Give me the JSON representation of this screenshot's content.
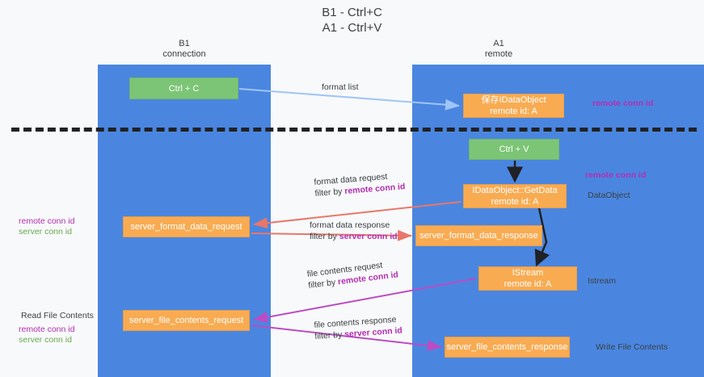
{
  "diagram": {
    "title_line1": "B1 - Ctrl+C",
    "title_line2": "A1 - Ctrl+V",
    "columns": [
      {
        "name": "B1",
        "role": "connection"
      },
      {
        "name": "A1",
        "role": "remote"
      }
    ],
    "colors": {
      "band": "#4a86e0",
      "node_green": "#7cc576",
      "node_orange": "#f9ab52",
      "accent_purple": "#b32eb3",
      "accent_green": "#6aa84f",
      "arrow_blue": "#9fc5f8",
      "arrow_red": "#e8776a",
      "arrow_magenta": "#bb4cc4",
      "arrow_black": "#202124",
      "background": "#f8f9fa"
    },
    "nodes": {
      "ctrl_c": "Ctrl + C",
      "idataobject_line1": "保存IDataObject",
      "idataobject_line2": "remote id: A",
      "ctrl_v": "Ctrl + V",
      "getdata_line1": "IDataObject::GetData",
      "getdata_line2": "remote id: A",
      "server_format_data_request": "server_format_data_request",
      "server_format_data_response": "server_format_data_response",
      "istream_line1": "IStream",
      "istream_line2": "remote id: A",
      "server_file_contents_request": "server_file_contents_request",
      "server_file_contents_response": "server_file_contents_response"
    },
    "edge_labels": {
      "format_list": "format list",
      "format_data_request": "format data request",
      "format_data_request_filter_prefix": "filter by ",
      "format_data_request_filter_key": "remote conn id",
      "format_data_response": "format data response",
      "format_data_response_filter_prefix": "filter by ",
      "format_data_response_filter_key": "server conn id",
      "file_contents_request": "file contents request",
      "file_contents_request_filter_prefix": "filter by ",
      "file_contents_request_filter_key": "remote conn id",
      "file_contents_response": "file contents response",
      "file_contents_response_filter_prefix": "filter by ",
      "file_contents_response_filter_key": "server conn id"
    },
    "side_labels": {
      "remote_conn_id_top": "remote conn id",
      "remote_conn_id_mid": "remote conn id",
      "dataobject": "DataObject",
      "istream": "Istream",
      "write_file_contents": "Write File Contents",
      "read_file_contents": "Read File Contents",
      "left_remote_conn_id_1": "remote conn id",
      "left_server_conn_id_1": "server conn id",
      "left_remote_conn_id_2": "remote conn id",
      "left_server_conn_id_2": "server conn id"
    }
  }
}
